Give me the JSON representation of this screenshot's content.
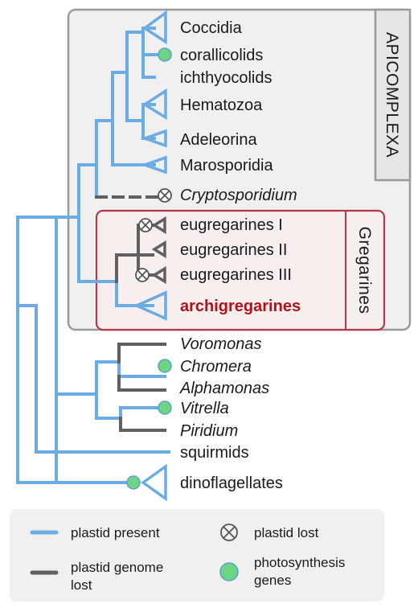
{
  "groups": {
    "apicomplexa": "APICOMPLEXA",
    "gregarines": "Gregarines"
  },
  "taxa": {
    "coccidia": "Coccidia",
    "corallicolids": "corallicolids",
    "ichthyocolids": "ichthyocolids",
    "hematozoa": "Hematozoa",
    "adeleorina": "Adeleorina",
    "marosporidia": "Marosporidia",
    "cryptosporidium": "Cryptosporidium",
    "eugregarines_1": "eugregarines I",
    "eugregarines_2": "eugregarines II",
    "eugregarines_3": "eugregarines III",
    "archigregarines": "archigregarines",
    "voromonas": "Voromonas",
    "chromera": "Chromera",
    "alphamonas": "Alphamonas",
    "vitrella": "Vitrella",
    "piridium": "Piridium",
    "squirmids": "squirmids",
    "dinoflagellates": "dinoflagellates"
  },
  "legend": {
    "plastid_present": "plastid present",
    "plastid_lost": "plastid lost",
    "genome_lost_1": "plastid genome",
    "genome_lost_2": "lost",
    "photosynthesis_1": "photosynthesis",
    "photosynthesis_2": "genes"
  },
  "colors": {
    "plastid_present": "#6cace4",
    "plastid_genome_lost": "#606060",
    "photosynthesis_genes": "#6dd481",
    "archigregarines_text": "#b3121b",
    "apicomplexa_box_fill": "#f0f0f0",
    "gregarines_box_fill": "#f7eeee",
    "gregarines_box_border": "#b03a48"
  }
}
